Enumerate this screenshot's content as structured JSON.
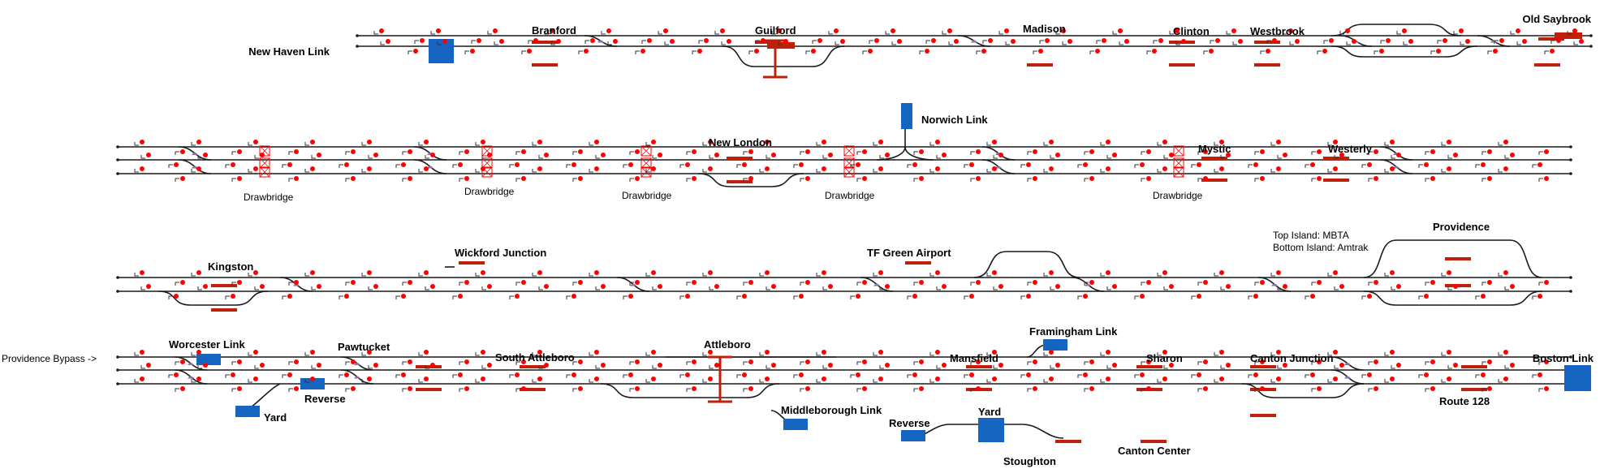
{
  "colors": {
    "track": "#1a1a1a",
    "signal": "#ff0000",
    "platform": "#c0200a",
    "link_box": "#1565c0",
    "switch_mark": "#8a6fa8",
    "drawbridge": "#ff0000"
  },
  "rows": [
    {
      "labels": [
        {
          "id": "new-haven-link",
          "text": "New Haven Link",
          "bold": true
        },
        {
          "id": "branford",
          "text": "Branford",
          "bold": true
        },
        {
          "id": "guilford",
          "text": "Guilford",
          "bold": true
        },
        {
          "id": "madison",
          "text": "Madison",
          "bold": true
        },
        {
          "id": "clinton",
          "text": "Clinton",
          "bold": true
        },
        {
          "id": "westbrook",
          "text": "Westbrook",
          "bold": true
        },
        {
          "id": "old-saybrook",
          "text": "Old Saybrook",
          "bold": true
        }
      ]
    },
    {
      "labels": [
        {
          "id": "norwich-link",
          "text": "Norwich Link",
          "bold": true
        },
        {
          "id": "new-london",
          "text": "New London",
          "bold": true
        },
        {
          "id": "mystic",
          "text": "Mystic",
          "bold": true
        },
        {
          "id": "westerly",
          "text": "Westerly",
          "bold": true
        },
        {
          "id": "drawbridge-1",
          "text": "Drawbridge",
          "bold": false
        },
        {
          "id": "drawbridge-2",
          "text": "Drawbridge",
          "bold": false
        },
        {
          "id": "drawbridge-3",
          "text": "Drawbridge",
          "bold": false
        },
        {
          "id": "drawbridge-4",
          "text": "Drawbridge",
          "bold": false
        },
        {
          "id": "drawbridge-5",
          "text": "Drawbridge",
          "bold": false
        }
      ]
    },
    {
      "labels": [
        {
          "id": "kingston",
          "text": "Kingston",
          "bold": true
        },
        {
          "id": "wickford-junction",
          "text": "Wickford Junction",
          "bold": true
        },
        {
          "id": "tf-green-airport",
          "text": "TF Green Airport",
          "bold": true
        },
        {
          "id": "top-island",
          "text": "Top Island: MBTA",
          "bold": false
        },
        {
          "id": "bottom-island",
          "text": "Bottom Island: Amtrak",
          "bold": false
        },
        {
          "id": "providence",
          "text": "Providence",
          "bold": true
        }
      ]
    },
    {
      "labels": [
        {
          "id": "providence-bypass",
          "text": "Providence Bypass ->",
          "bold": false
        },
        {
          "id": "worcester-link",
          "text": "Worcester Link",
          "bold": true
        },
        {
          "id": "pawtucket",
          "text": "Pawtucket",
          "bold": true
        },
        {
          "id": "yard-left",
          "text": "Yard",
          "bold": true
        },
        {
          "id": "reverse-left",
          "text": "Reverse",
          "bold": true
        },
        {
          "id": "south-attleboro",
          "text": "South Attleboro",
          "bold": true
        },
        {
          "id": "attleboro",
          "text": "Attleboro",
          "bold": true
        },
        {
          "id": "middleborough-link",
          "text": "Middleborough Link",
          "bold": true
        },
        {
          "id": "framingham-link",
          "text": "Framingham Link",
          "bold": true
        },
        {
          "id": "mansfield",
          "text": "Mansfield",
          "bold": true
        },
        {
          "id": "reverse-right",
          "text": "Reverse",
          "bold": true
        },
        {
          "id": "yard-right",
          "text": "Yard",
          "bold": true
        },
        {
          "id": "stoughton",
          "text": "Stoughton",
          "bold": true
        },
        {
          "id": "canton-center",
          "text": "Canton Center",
          "bold": true
        },
        {
          "id": "sharon",
          "text": "Sharon",
          "bold": true
        },
        {
          "id": "canton-junction",
          "text": "Canton Junction",
          "bold": true
        },
        {
          "id": "route-128",
          "text": "Route 128",
          "bold": true
        },
        {
          "id": "boston-link",
          "text": "Boston Link",
          "bold": true
        }
      ]
    }
  ]
}
